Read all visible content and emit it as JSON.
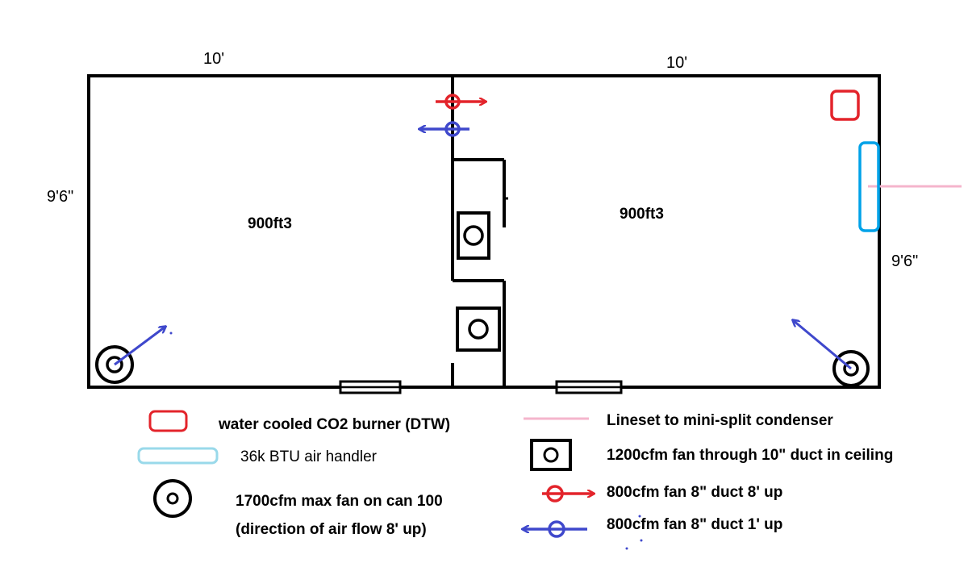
{
  "dimensions": {
    "left_width": "10'",
    "right_width": "10'",
    "left_depth": "9'6\"",
    "right_depth": "9'6\""
  },
  "rooms": {
    "left_volume": "900ft3",
    "right_volume": "900ft3"
  },
  "legend": {
    "co2_burner": "water cooled CO2 burner (DTW)",
    "air_handler": "36k BTU air handler",
    "can_fan_line1": "1700cfm max fan on can 100",
    "can_fan_line2": "(direction of air flow 8' up)",
    "lineset": "Lineset to mini-split condenser",
    "ceiling_fan": "1200cfm fan through 10\" duct in ceiling",
    "red_fan": "800cfm fan 8\" duct 8' up",
    "blue_fan": "800cfm fan 8\" duct 1' up"
  },
  "colors": {
    "red": "#e3242b",
    "blue": "#3f48cc",
    "light_blue": "#00a2e8",
    "light_blue_legend": "#99d9ea",
    "pink": "#f5b5cc",
    "black": "#000000"
  }
}
